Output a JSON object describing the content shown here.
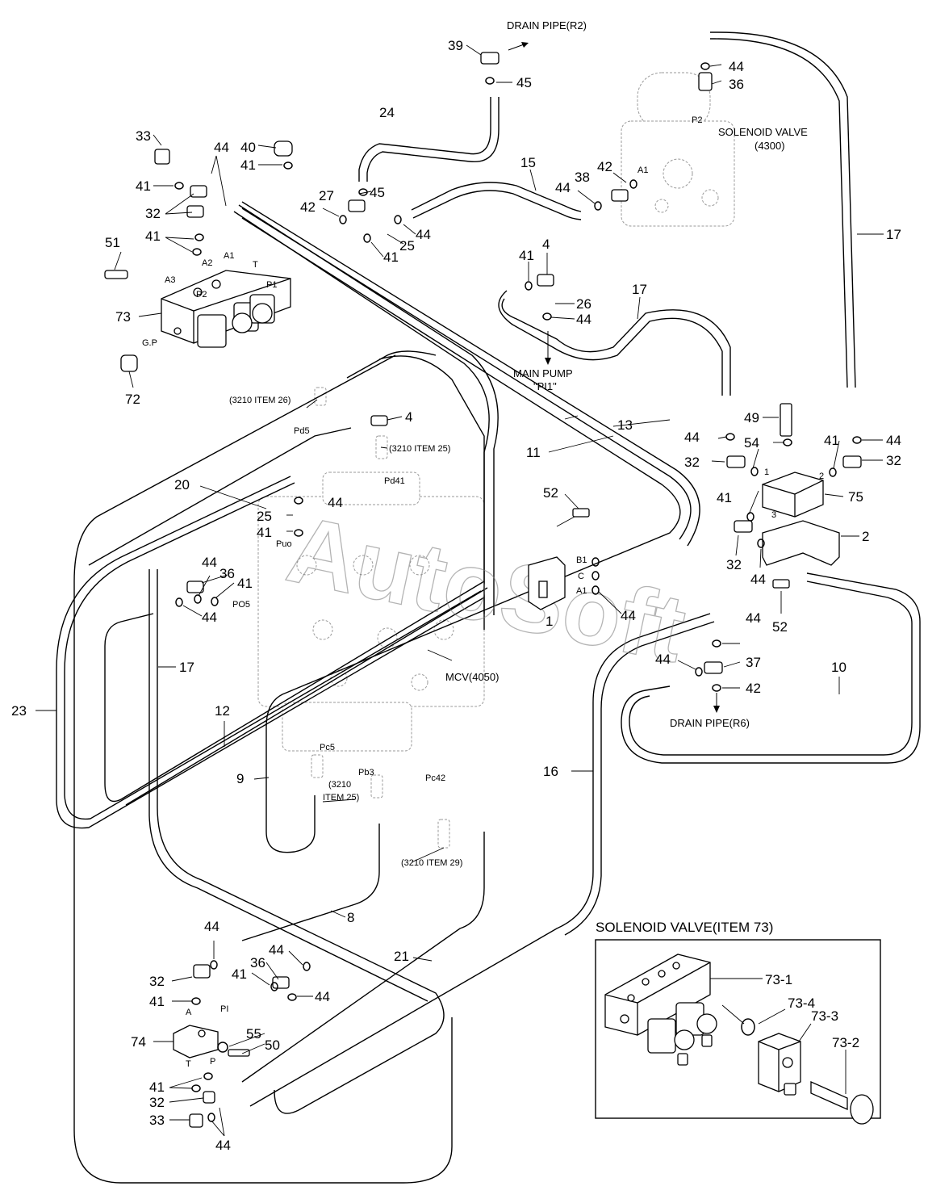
{
  "callouts": {
    "c1": "1",
    "c2": "2",
    "c4a": "4",
    "c4b": "4",
    "c8": "8",
    "c9": "9",
    "c10": "10",
    "c11": "11",
    "c12": "12",
    "c13": "13",
    "c15": "15",
    "c16": "16",
    "c17a": "17",
    "c17b": "17",
    "c17c": "17",
    "c20": "20",
    "c21": "21",
    "c23": "23",
    "c24": "24",
    "c25a": "25",
    "c25b": "25",
    "c26": "26",
    "c27": "27",
    "c32a": "32",
    "c32b": "32",
    "c32c": "32",
    "c32d": "32",
    "c32e": "32",
    "c32f": "32",
    "c33a": "33",
    "c33b": "33",
    "c36a": "36",
    "c36b": "36",
    "c36c": "36",
    "c37": "37",
    "c38": "38",
    "c39": "39",
    "c40": "40",
    "c41a": "41",
    "c41b": "41",
    "c41c": "41",
    "c41d": "41",
    "c41e": "41",
    "c41f": "41",
    "c41g": "41",
    "c41h": "41",
    "c41i": "41",
    "c41j": "41",
    "c41k": "41",
    "c41l": "41",
    "c42a": "42",
    "c42b": "42",
    "c42c": "42",
    "c44a": "44",
    "c44b": "44",
    "c44c": "44",
    "c44d": "44",
    "c44e": "44",
    "c44f": "44",
    "c44g": "44",
    "c44h": "44",
    "c44i": "44",
    "c44j": "44",
    "c44k": "44",
    "c44l": "44",
    "c44m": "44",
    "c44n": "44",
    "c44o": "44",
    "c44p": "44",
    "c44q": "44",
    "c44r": "44",
    "c45a": "45",
    "c45b": "45",
    "c49": "49",
    "c50": "50",
    "c51": "51",
    "c52a": "52",
    "c52b": "52",
    "c54": "54",
    "c55": "55",
    "c72": "72",
    "c73": "73",
    "c74": "74",
    "c75": "75",
    "c73_1": "73-1",
    "c73_2": "73-2",
    "c73_3": "73-3",
    "c73_4": "73-4"
  },
  "labels": {
    "drain_r2": "DRAIN PIPE(R2)",
    "drain_r6": "DRAIN PIPE(R6)",
    "solenoid_valve_line1": "SOLENOID VALVE",
    "solenoid_valve_line2": "(4300)",
    "main_pump_line1": "MAIN PUMP",
    "main_pump_line2": "\"PI1\"",
    "mcv": "MCV(4050)",
    "item26": "(3210 ITEM 26)",
    "item25a": "(3210 ITEM 25)",
    "item25b_line1": "(3210",
    "item25b_line2": "ITEM 25)",
    "item29": "(3210 ITEM 29)",
    "pd5": "Pd5",
    "pd41": "Pd41",
    "puo": "Puo",
    "po5": "PO5",
    "pc5": "Pc5",
    "pb3": "Pb3",
    "pc42": "Pc42",
    "p1": "P1",
    "p2a": "P2",
    "p2b": "P2",
    "t_a": "T",
    "t_b": "T",
    "a1a": "A1",
    "a1b": "A1",
    "a1c": "A1",
    "a2": "A2",
    "a3": "A3",
    "gp": "G.P",
    "b1": "B1",
    "c": "C",
    "a": "A",
    "p": "P",
    "pi": "PI",
    "port1": "1",
    "port2": "2",
    "port3": "3"
  },
  "inset": {
    "title": "SOLENOID VALVE(ITEM 73)"
  },
  "watermark": "AutoSoft"
}
